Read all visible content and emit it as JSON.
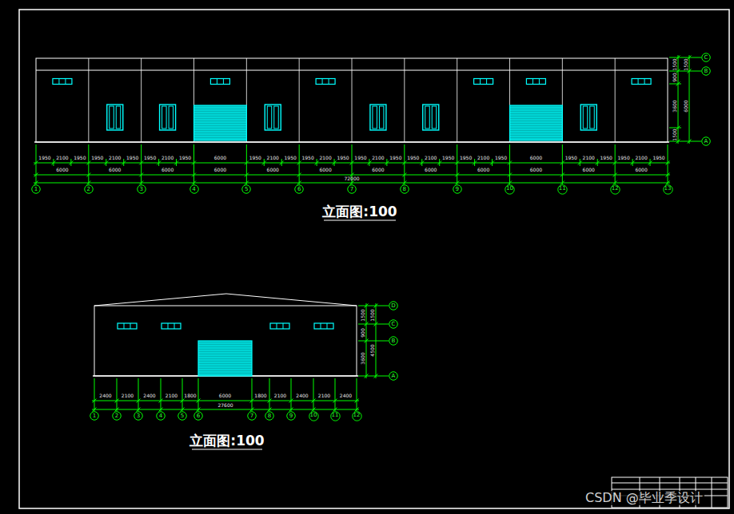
{
  "diagram": {
    "nodes": [
      {
        "text": [
          "1"
        ]
      },
      {
        "text": [
          "2"
        ]
      },
      {
        "text": [
          "3"
        ]
      },
      {
        "text": [
          "4"
        ]
      },
      {
        "text": [
          "5"
        ]
      },
      {
        "text": [
          "6"
        ]
      },
      {
        "text": [
          "7"
        ]
      },
      {
        "text": [
          "8"
        ]
      },
      {
        "text": [
          "9"
        ]
      },
      {
        "text": [
          "10"
        ]
      },
      {
        "text": [
          "11"
        ]
      },
      {
        "text": [
          "12"
        ]
      },
      {
        "text": [
          "13"
        ]
      },
      {
        "text": [
          "C"
        ]
      },
      {
        "text": [
          "B"
        ]
      },
      {
        "text": [
          "A"
        ]
      },
      {
        "text": [
          "1"
        ]
      },
      {
        "text": [
          "2"
        ]
      },
      {
        "text": [
          "3"
        ]
      },
      {
        "text": [
          "4"
        ]
      },
      {
        "text": [
          "5"
        ]
      },
      {
        "text": [
          "6"
        ]
      },
      {
        "text": [
          "7"
        ]
      },
      {
        "text": [
          "8"
        ]
      },
      {
        "text": [
          "9"
        ]
      },
      {
        "text": [
          "10"
        ]
      },
      {
        "text": [
          "11"
        ]
      },
      {
        "text": [
          "12"
        ]
      },
      {
        "text": [
          "D"
        ]
      },
      {
        "text": [
          "C"
        ]
      },
      {
        "text": [
          "B"
        ]
      },
      {
        "text": [
          "A"
        ]
      }
    ],
    "labels": [
      "立面图:100",
      "立面图:100",
      "1950",
      "2100",
      "1950",
      "1950",
      "2100",
      "1950",
      "1950",
      "2100",
      "1950",
      "6000",
      "1950",
      "2100",
      "1950",
      "1950",
      "2100",
      "1950",
      "1950",
      "2100",
      "1950",
      "1950",
      "2100",
      "1950",
      "1950",
      "2100",
      "1950",
      "6000",
      "1950",
      "2100",
      "1950",
      "1950",
      "2100",
      "1950",
      "6000",
      "6000",
      "6000",
      "6000",
      "6000",
      "6000",
      "6000",
      "6000",
      "6000",
      "6000",
      "6000",
      "6000",
      "72000",
      "1500",
      "900",
      "3600",
      "1500",
      "1500",
      "6000",
      "2400",
      "2100",
      "2400",
      "2100",
      "1800",
      "6000",
      "1800",
      "2100",
      "2400",
      "2100",
      "2400",
      "27600",
      "1500",
      "900",
      "3600",
      "1500",
      "4500",
      "CSDN @毕业季设计"
    ]
  }
}
